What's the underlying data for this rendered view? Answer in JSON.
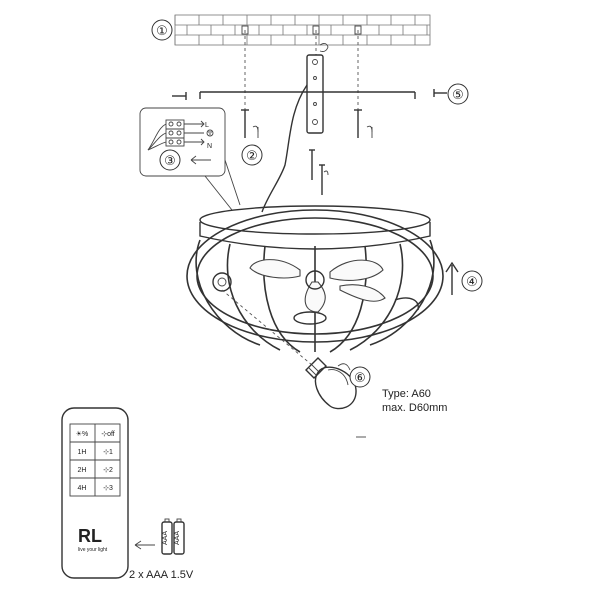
{
  "steps": [
    {
      "num": "①"
    },
    {
      "num": "②"
    },
    {
      "num": "③"
    },
    {
      "num": "④"
    },
    {
      "num": "⑤"
    },
    {
      "num": "⑥"
    }
  ],
  "wiring": {
    "terminal_l": "L",
    "terminal_n": "N"
  },
  "bulb": {
    "type_label": "Type: A60",
    "size_label": "max. D60mm"
  },
  "remote": {
    "rows": [
      {
        "left": "☀%",
        "right": "⊹off"
      },
      {
        "left": "1H",
        "right": "⊹1"
      },
      {
        "left": "2H",
        "right": "⊹2"
      },
      {
        "left": "4H",
        "right": "⊹3"
      }
    ],
    "brand": "RL",
    "tagline": "live your light"
  },
  "battery": {
    "cell_label": "AAA",
    "caption": "2 x AAA 1.5V"
  },
  "icons": [
    "ceiling-brick-icon",
    "screw-icon",
    "hook-icon",
    "arrow-left-icon",
    "arrow-up-icon",
    "ground-symbol-icon"
  ],
  "colors": {
    "line": "#333333",
    "background": "#ffffff"
  }
}
